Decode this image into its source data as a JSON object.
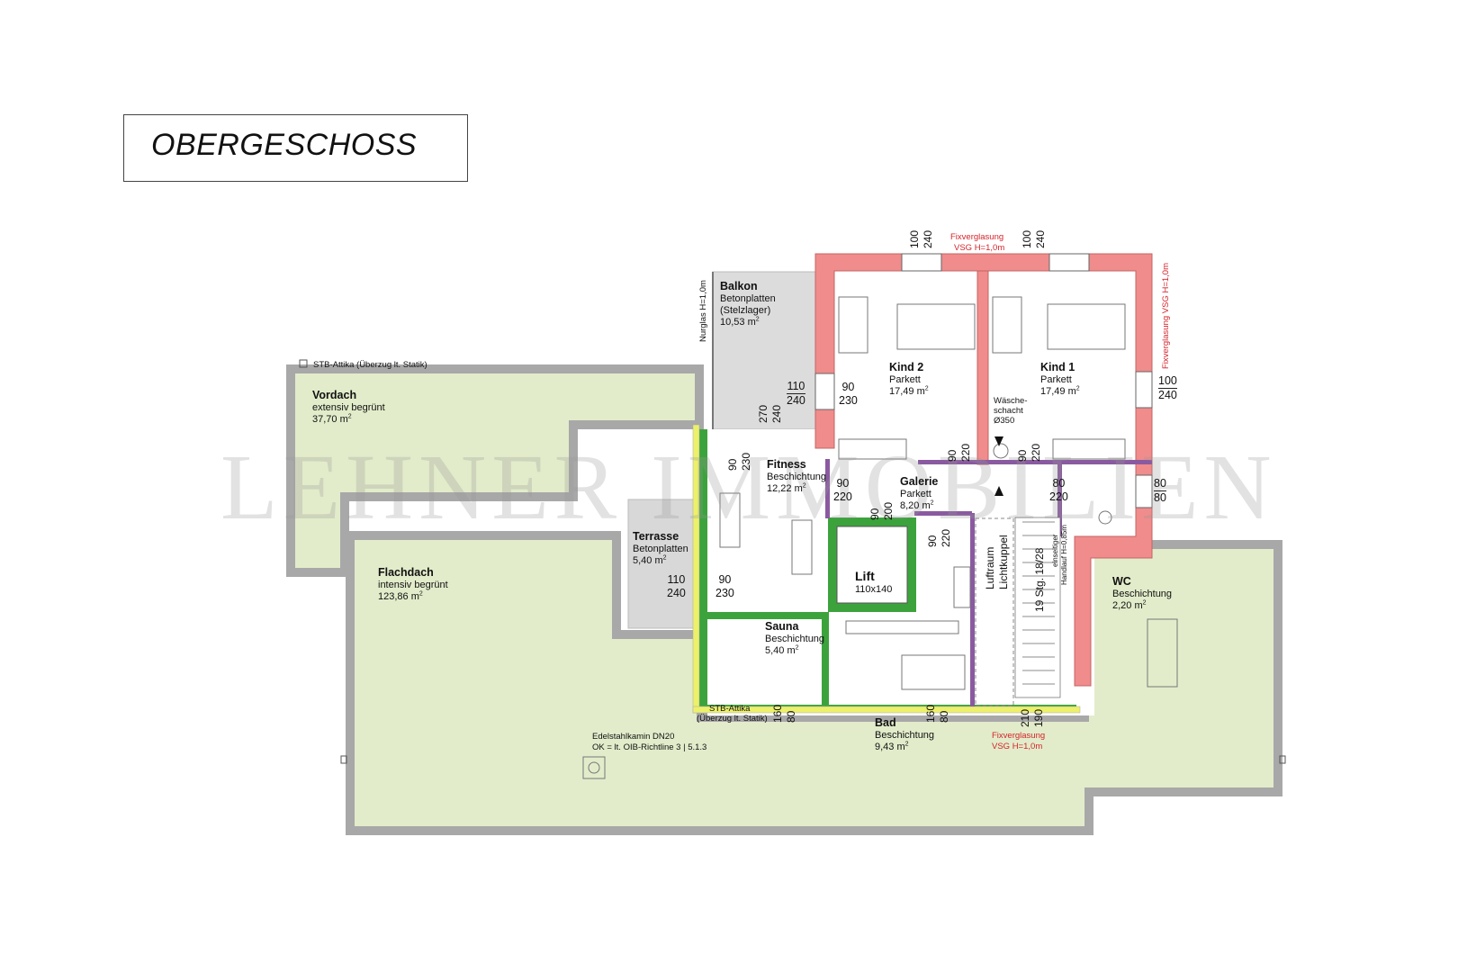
{
  "title": "OBERGESCHOSS",
  "watermark": "LEHNER IMMOBILIEN",
  "colors": {
    "green_roof": "#e2ecca",
    "exterior_wall": "#f08c8c",
    "wall_green": "#3ca33c",
    "wall_yellow": "#ecf06a",
    "wall_purple": "#8a5aa0",
    "parapet": "#a8a8a8",
    "paving": "#dcdcdc"
  },
  "rooms": {
    "vordach": {
      "name": "Vordach",
      "finish": "extensiv begrünt",
      "area": "37,70 m",
      "sup": "2"
    },
    "flachdach": {
      "name": "Flachdach",
      "finish": "intensiv begrünt",
      "area": "123,86 m",
      "sup": "2"
    },
    "balkon": {
      "name": "Balkon",
      "finish": "Betonplatten",
      "finish2": "(Stelzlager)",
      "area": "10,53 m",
      "sup": "2"
    },
    "terrasse": {
      "name": "Terrasse",
      "finish": "Betonplatten",
      "area": "5,40 m",
      "sup": "2"
    },
    "fitness": {
      "name": "Fitness",
      "finish": "Beschichtung",
      "area": "12,22 m",
      "sup": "2"
    },
    "kind2": {
      "name": "Kind 2",
      "finish": "Parkett",
      "area": "17,49 m",
      "sup": "2"
    },
    "kind1": {
      "name": "Kind 1",
      "finish": "Parkett",
      "area": "17,49 m",
      "sup": "2"
    },
    "galerie": {
      "name": "Galerie",
      "finish": "Parkett",
      "area": "8,20 m",
      "sup": "2"
    },
    "lift": {
      "name": "Lift",
      "size": "110x140"
    },
    "sauna": {
      "name": "Sauna",
      "finish": "Beschichtung",
      "area": "5,40 m",
      "sup": "2"
    },
    "bad": {
      "name": "Bad",
      "finish": "Beschichtung",
      "area": "9,43 m",
      "sup": "2"
    },
    "wc": {
      "name": "WC",
      "finish": "Beschichtung",
      "area": "2,20 m",
      "sup": "2"
    }
  },
  "notes": {
    "stb_attika_top": "STB-Attika (Überzug lt. Statik)",
    "stb_attika_bottom_1": "STB-Attika",
    "stb_attika_bottom_2": "(Überzug lt. Statik)",
    "kamin_1": "Edelstahlkamin DN20",
    "kamin_2": "OK = lt. OIB-Richtline 3 | 5.1.3",
    "nurglas": "Nurglas H=1,0m",
    "fix_top_1": "Fixverglasung",
    "fix_top_2": "VSG H=1,0m",
    "fix_right": "Fixverglasung VSG H=1,0m",
    "fix_bottom_1": "Fixverglasung",
    "fix_bottom_2": "VSG H=1,0m",
    "waesche_1": "Wäsche-",
    "waesche_2": "schacht",
    "waesche_3": "Ø350",
    "luftraum": "Luftraum",
    "lichtkuppel": "Lichtkuppel",
    "stairs": "19 Stg. 18/28",
    "handlauf_1": "einseitiger",
    "handlauf_2": "Handlauf H=0,85m"
  },
  "dims": {
    "kind2_top_a": "100",
    "kind2_top_b": "240",
    "kind1_top_a": "100",
    "kind1_top_b": "240",
    "kind2_win_a": "110",
    "kind2_win_b": "240",
    "kind2_door_a": "90",
    "kind2_door_b": "230",
    "kind1_win_a": "100",
    "kind1_win_b": "240",
    "balkon_door_a": "270",
    "balkon_door_b": "240",
    "fitness_win_a": "90",
    "fitness_win_b": "230",
    "fitness_door_a": "90",
    "fitness_door_b": "220",
    "kind2_gal_a": "90",
    "kind2_gal_b": "220",
    "kind1_gal_a": "90",
    "kind1_gal_b": "220",
    "lift_door_a": "90",
    "lift_door_b": "200",
    "bad_door_a": "90",
    "bad_door_b": "220",
    "wc_door_a": "80",
    "wc_door_b": "220",
    "wc_win_a": "80",
    "wc_win_b": "80",
    "terr_win_a": "110",
    "terr_win_b": "240",
    "terr_door_a": "90",
    "terr_door_b": "230",
    "sauna_win_a": "160",
    "sauna_win_b": "80",
    "bad_win_a": "160",
    "bad_win_b": "80",
    "stair_win_a": "210",
    "stair_win_b": "190"
  }
}
